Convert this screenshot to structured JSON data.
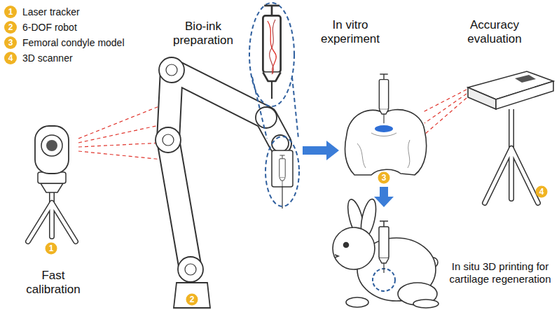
{
  "diagram": {
    "nodes": [
      {
        "text": [
          "1"
        ]
      },
      {
        "text": [
          "2"
        ]
      },
      {
        "text": [
          "3"
        ]
      },
      {
        "text": [
          "4"
        ]
      }
    ],
    "labels": [
      "1",
      "2",
      "3",
      "4",
      "Bio-ink preparation",
      "In vitro experiment",
      "Accuracy evaluation",
      "Fast calibration",
      "In situ 3D printing for cartilage regeneration"
    ],
    "legend": [
      {
        "text": "Laser tracker",
        "color": "#f0b323"
      },
      {
        "text": "6-DOF robot",
        "color": "#f0b323"
      },
      {
        "text": "Femoral condyle model",
        "color": "#f0b323"
      },
      {
        "text": "3D scanner",
        "color": "#f0b323"
      }
    ]
  }
}
